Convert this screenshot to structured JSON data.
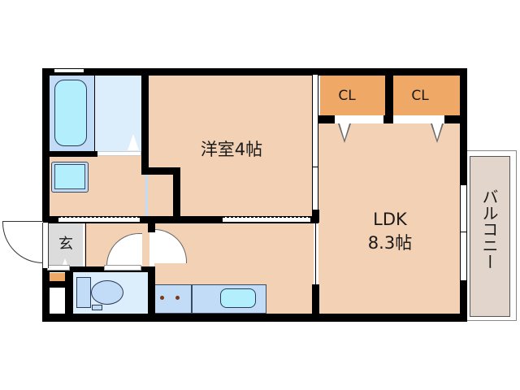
{
  "floor_plan": {
    "rooms": {
      "western_room": {
        "label": "洋室4帖",
        "type": "bedroom"
      },
      "ldk": {
        "label_line1": "LDK",
        "label_line2": "8.3帖",
        "type": "living-dining-kitchen"
      },
      "closet_1": {
        "label": "CL"
      },
      "closet_2": {
        "label": "CL"
      },
      "balcony": {
        "label": "バルコニー"
      },
      "entrance": {
        "label": "玄"
      },
      "bathroom": {
        "label": ""
      },
      "washroom": {
        "label": ""
      },
      "toilet": {
        "label": ""
      },
      "kitchen": {
        "label": ""
      }
    },
    "colors": {
      "floor": "#f2d1b5",
      "wet_area": "#dceefc",
      "fixture": "#c2dcf7",
      "water": "#b3eefc",
      "closet": "#f0a866",
      "balcony": "#e2d6cc",
      "entrance": "#dcdcdc",
      "wall": "#000000"
    }
  }
}
